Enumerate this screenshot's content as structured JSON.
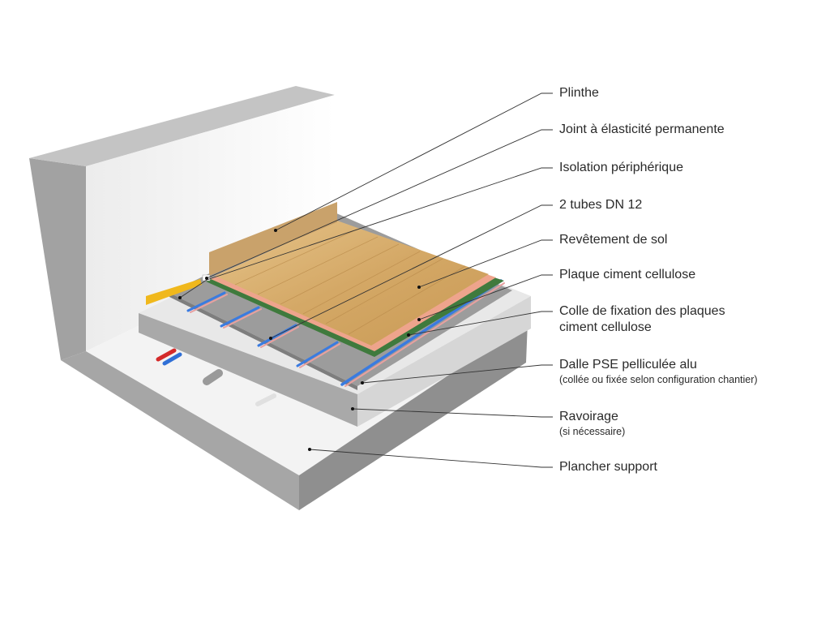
{
  "labels": {
    "plinthe": "Plinthe",
    "joint": "Joint à élasticité permanente",
    "isolation": "Isolation périphérique",
    "tubes": "2 tubes DN 12",
    "revetement": "Revêtement de sol",
    "plaque": "Plaque ciment cellulose",
    "colle_1": "Colle de fixation des plaques",
    "colle_2": "ciment cellulose",
    "dalle": "Dalle PSE pelliculée alu",
    "dalle_sub": "(collée ou fixée selon configuration chantier)",
    "ravoirage": "Ravoirage",
    "ravoirage_sub": "(si nécessaire)",
    "plancher": "Plancher support"
  },
  "colors": {
    "concrete": "#a8a8a8",
    "wall_face": "#f4f4f4",
    "wood": "#d9b477",
    "pink_layer": "#eea48c",
    "green_layer": "#3f7a3d",
    "pse": "#9c9c9c",
    "pipe_blue": "#3a7be0",
    "pipe_red": "#e8a0a0",
    "insulation_yellow": "#f0b81c"
  }
}
